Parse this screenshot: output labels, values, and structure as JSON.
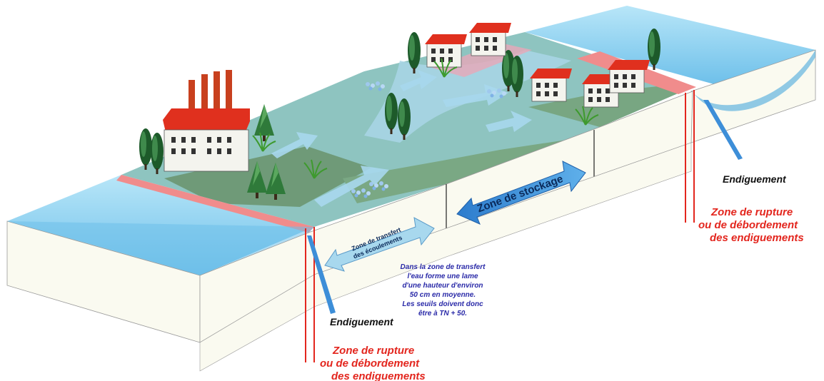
{
  "labels": {
    "zone_stockage": "Zone de stockage",
    "zone_transfert_line1": "Zone de transfert",
    "zone_transfert_line2": "des écoulements",
    "endiguement_right": "Endiguement",
    "endiguement_left": "Endiguement",
    "rupture_right": [
      "Zone de rupture",
      "ou de débordement",
      "des endiguements"
    ],
    "rupture_left": [
      "Zone de rupture",
      "ou de débordement",
      "des endiguements"
    ],
    "note": [
      "Dans la zone de transfert",
      "l'eau forme une lame",
      "d'une hauteur d'environ",
      "50 cm en moyenne.",
      "Les seuils doivent donc",
      "être à TN + 50."
    ]
  },
  "colors": {
    "river": "#8ed4ef",
    "river_dark": "#4aa8dc",
    "floodplain": "#8ec4c0",
    "grass": "#6f9a78",
    "levee": "#f08c8c",
    "soil_side": "#fafaf0",
    "arrow_blue": "#3d8ed8",
    "arrow_light": "#a8d8ee",
    "red": "#e3261e",
    "note_blue": "#2a2aa8"
  },
  "icons": [
    "factory-icon",
    "tree-icon",
    "house-icon",
    "reed-icon"
  ]
}
